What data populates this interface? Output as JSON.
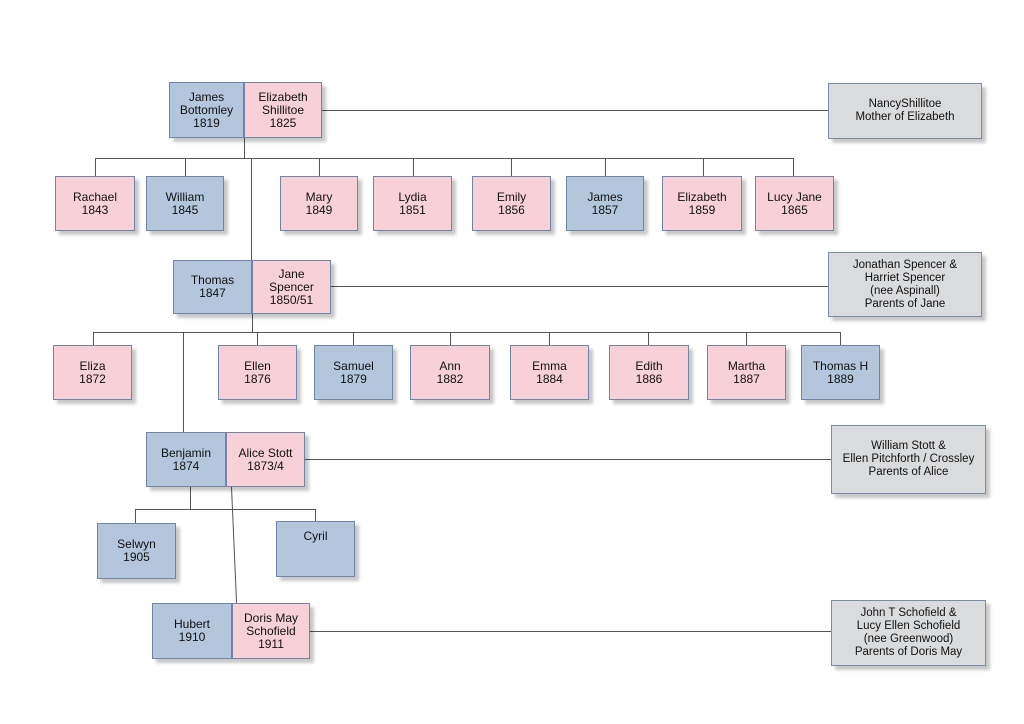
{
  "colors": {
    "male": "#b4c6dc",
    "female": "#f7d0d8",
    "note": "#dadbdd",
    "line": "#555555"
  },
  "people": {
    "james_bottomley": "James\nBottomley\n1819",
    "elizabeth_shillitoe": "Elizabeth\nShillitoe\n1825",
    "rachael": "Rachael\n1843",
    "william": "William\n1845",
    "mary": "Mary\n1849",
    "lydia": "Lydia\n1851",
    "emily": "Emily\n1856",
    "james": "James\n1857",
    "elizabeth": "Elizabeth\n1859",
    "lucy_jane": "Lucy Jane\n1865",
    "thomas": "Thomas\n1847",
    "jane_spencer": "Jane\nSpencer\n1850/51",
    "eliza": "Eliza\n1872",
    "ellen": "Ellen\n1876",
    "samuel": "Samuel\n1879",
    "ann": "Ann\n1882",
    "emma": "Emma\n1884",
    "edith": "Edith\n1886",
    "martha": "Martha\n1887",
    "thomas_h": "Thomas H\n1889",
    "benjamin": "Benjamin\n1874",
    "alice_stott": "Alice Stott\n1873/4",
    "selwyn": "Selwyn\n1905",
    "cyril": "Cyril",
    "hubert": "Hubert\n1910",
    "doris_may": "Doris May\nSchofield\n1911"
  },
  "notes": {
    "nancy": "NancyShillitoe\nMother of Elizabeth",
    "spencer_parents": "Jonathan Spencer &\nHarriet Spencer\n(nee Aspinall)\nParents of Jane",
    "stott_parents": "William Stott &\nEllen Pitchforth / Crossley\nParents of Alice",
    "schofield_parents": "John T Schofield &\nLucy Ellen Schofield\n(nee Greenwood)\nParents of Doris May"
  }
}
